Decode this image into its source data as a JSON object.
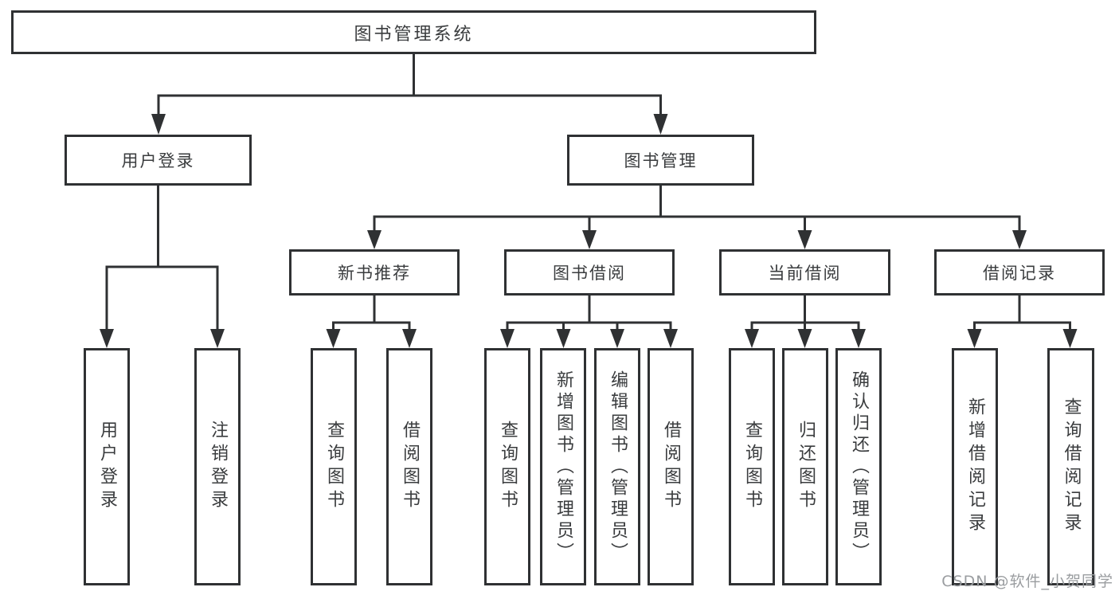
{
  "colors": {
    "background": "#ffffff",
    "line": "#2f3133",
    "node_border": "#2f3133",
    "node_text": "#3a3c3e",
    "watermark_text": "#9a9da0"
  },
  "diagram": {
    "root": {
      "label": "图书管理系统"
    },
    "level2": [
      {
        "id": "user-login",
        "label": "用户登录"
      },
      {
        "id": "book-management",
        "label": "图书管理"
      }
    ],
    "level3": [
      {
        "id": "new-book-recommend",
        "label": "新书推荐",
        "parent": "图书管理"
      },
      {
        "id": "book-borrow",
        "label": "图书借阅",
        "parent": "图书管理"
      },
      {
        "id": "current-borrow",
        "label": "当前借阅",
        "parent": "图书管理"
      },
      {
        "id": "borrow-records",
        "label": "借阅记录",
        "parent": "图书管理"
      }
    ],
    "leaves": [
      {
        "parent": "用户登录",
        "label": "用户登录"
      },
      {
        "parent": "用户登录",
        "label": "注销登录"
      },
      {
        "parent": "新书推荐",
        "label": "查询图书"
      },
      {
        "parent": "新书推荐",
        "label": "借阅图书"
      },
      {
        "parent": "图书借阅",
        "label": "查询图书"
      },
      {
        "parent": "图书借阅",
        "label": "新增图书（管理员）"
      },
      {
        "parent": "图书借阅",
        "label": "编辑图书（管理员）"
      },
      {
        "parent": "图书借阅",
        "label": "借阅图书"
      },
      {
        "parent": "当前借阅",
        "label": "查询图书"
      },
      {
        "parent": "当前借阅",
        "label": "归还图书"
      },
      {
        "parent": "当前借阅",
        "label": "确认归还（管理员）"
      },
      {
        "parent": "借阅记录",
        "label": "新增借阅记录"
      },
      {
        "parent": "借阅记录",
        "label": "查询借阅记录"
      }
    ]
  },
  "watermark": {
    "text": "CSDN @软件_小贺同学"
  }
}
